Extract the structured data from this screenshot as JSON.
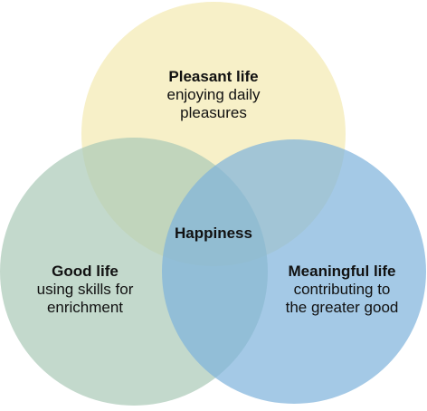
{
  "diagram": {
    "center_label": "Happiness",
    "circles": [
      {
        "title": "Pleasant life",
        "lines": [
          "enjoying daily",
          "pleasures"
        ],
        "color": "#f4eab0"
      },
      {
        "title": "Good life",
        "lines": [
          "using skills for",
          "enrichment"
        ],
        "color": "#a9c9b6"
      },
      {
        "title": "Meaningful life",
        "lines": [
          "contributing to",
          "the greater good"
        ],
        "color": "#7db2dc"
      }
    ]
  }
}
